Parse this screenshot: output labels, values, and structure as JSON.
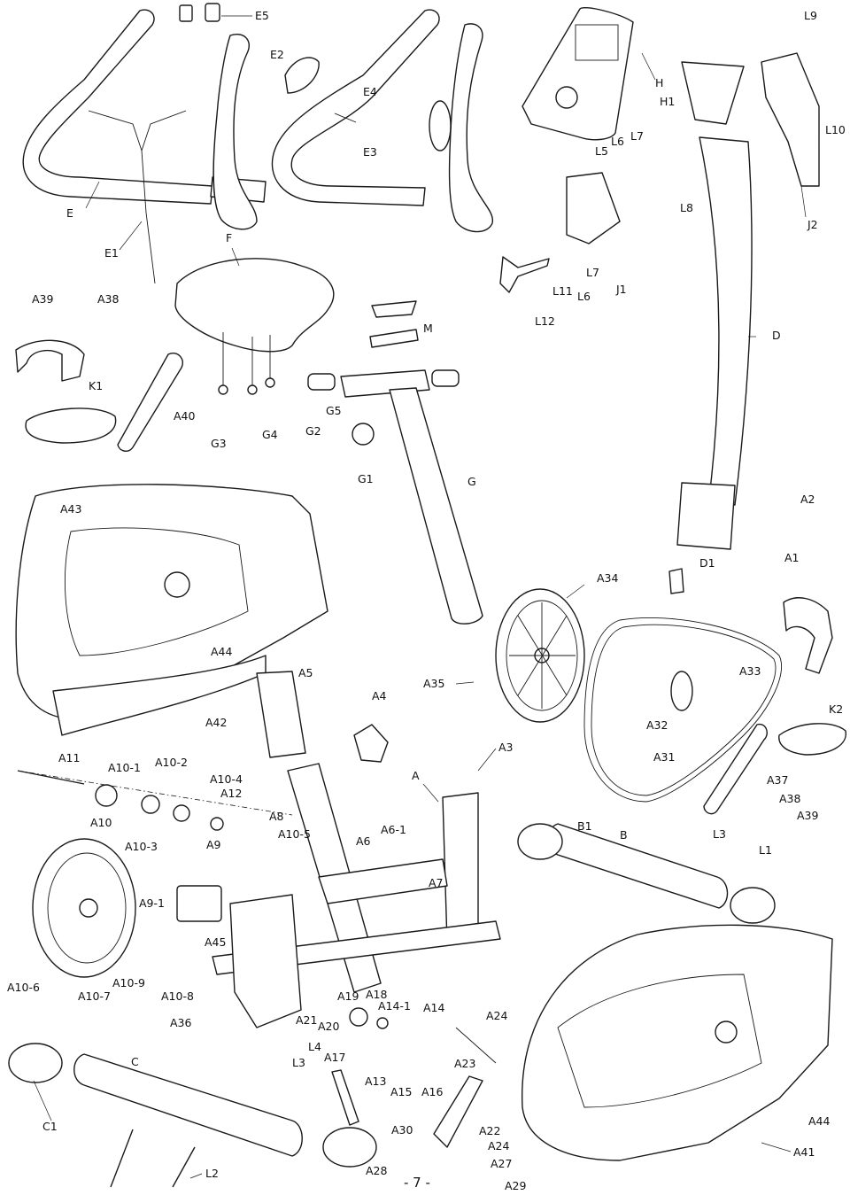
{
  "page_number": "- 7 -",
  "labels": {
    "E5": "E5",
    "E2": "E2",
    "E4": "E4",
    "E3": "E3",
    "E": "E",
    "E1": "E1",
    "F": "F",
    "H": "H",
    "H1": "H1",
    "L7a": "L7",
    "L6a": "L6",
    "L5": "L5",
    "L8": "L8",
    "L9": "L9",
    "L10": "L10",
    "J2": "J2",
    "J1": "J1",
    "L7b": "L7",
    "L6b": "L6",
    "L11": "L11",
    "L12": "L12",
    "A39a": "A39",
    "A38a": "A38",
    "K1": "K1",
    "A40": "A40",
    "G3": "G3",
    "G4": "G4",
    "G2": "G2",
    "G5": "G5",
    "G1": "G1",
    "M": "M",
    "G": "G",
    "D": "D",
    "A2": "A2",
    "A1": "A1",
    "D1": "D1",
    "A43": "A43",
    "A44a": "A44",
    "A42": "A42",
    "A5": "A5",
    "A4": "A4",
    "A34": "A34",
    "A35": "A35",
    "A33": "A33",
    "A32": "A32",
    "K2": "K2",
    "A31": "A31",
    "A37": "A37",
    "A38b": "A38",
    "A39b": "A39",
    "A3": "A3",
    "A": "A",
    "A11": "A11",
    "A10-1": "A10-1",
    "A10-2": "A10-2",
    "A10-4": "A10-4",
    "A12": "A12",
    "A10": "A10",
    "A10-3": "A10-3",
    "A9": "A9",
    "A8": "A8",
    "A10-5": "A10-5",
    "A6": "A6",
    "A6-1": "A6-1",
    "A7": "A7",
    "A9-1": "A9-1",
    "A45": "A45",
    "B1": "B1",
    "B": "B",
    "L3a": "L3",
    "L1": "L1",
    "A10-6": "A10-6",
    "A10-9": "A10-9",
    "A10-7": "A10-7",
    "A10-8": "A10-8",
    "A36": "A36",
    "A19": "A19",
    "A18": "A18",
    "A14-1": "A14-1",
    "A14": "A14",
    "A21": "A21",
    "A20": "A20",
    "A24a": "A24",
    "L4": "L4",
    "C": "C",
    "L3b": "L3",
    "A17": "A17",
    "A23": "A23",
    "A13": "A13",
    "A15": "A15",
    "A16": "A16",
    "C1": "C1",
    "A22": "A22",
    "A30": "A30",
    "A24b": "A24",
    "A27": "A27",
    "A28": "A28",
    "A29": "A29",
    "L2": "L2",
    "A44b": "A44",
    "A41": "A41"
  }
}
